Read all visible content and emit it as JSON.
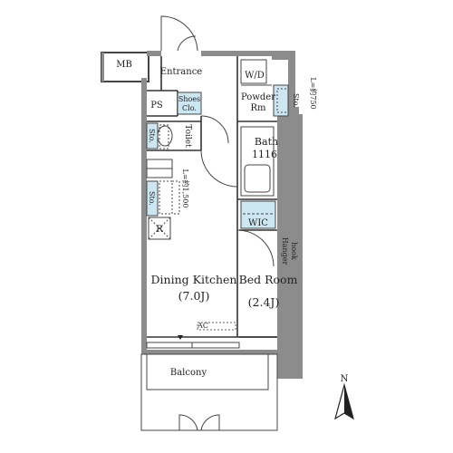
{
  "floorplan": {
    "rooms": {
      "mb": "MB",
      "entrance": "Entrance",
      "wd": "W/D",
      "powder_rm_line1": "Powder",
      "powder_rm_line2": "Rm",
      "ps": "PS",
      "shoes_clo_line1": "Shoes",
      "shoes_clo_line2": "Clo.",
      "toilet": "Toilet",
      "bath_line1": "Bath",
      "bath_line2": "1116",
      "sto_upper_right": "Sto.",
      "sto_toilet": "Sto.",
      "sto_kitchen": "Sto.",
      "wic": "WIC",
      "hanger_hook_line1": "Hanger",
      "hanger_hook_line2": "hook",
      "refrigerator": "R",
      "dining_kitchen": "Dining Kitchen",
      "dining_kitchen_size": "(7.0J)",
      "bed_room": "Bed Room",
      "bed_room_size": "(2.4J)",
      "ac": "AC",
      "balcony": "Balcony"
    },
    "dimensions": {
      "shelf_kitchen": "L=約1,500",
      "shelf_powder": "L=約750"
    },
    "compass": {
      "north": "N"
    },
    "colors": {
      "wall": "#8c8c8c",
      "storage_fill": "#cde7f2",
      "line": "#333333"
    }
  }
}
